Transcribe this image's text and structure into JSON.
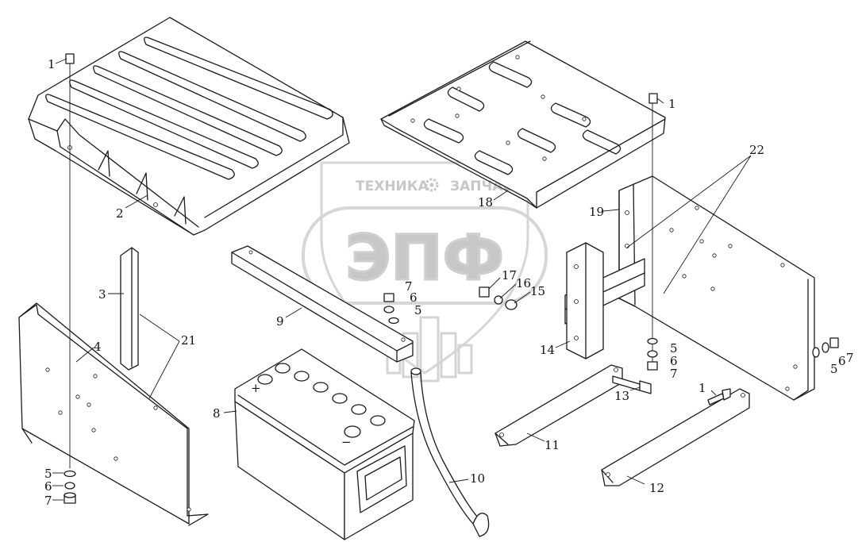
{
  "watermark": {
    "brand_left": "ТЕХНИКА",
    "brand_right": "ЗАПЧАСТИ",
    "logo_letters": "ЭПФ",
    "gear_icon": "gear-icon",
    "color": "#9a9a9a"
  },
  "battery_marks": {
    "plus": "+",
    "minus": "−"
  },
  "callouts": [
    {
      "id": "c1a",
      "text": "1"
    },
    {
      "id": "c1b",
      "text": "1"
    },
    {
      "id": "c1c",
      "text": "1"
    },
    {
      "id": "c2",
      "text": "2"
    },
    {
      "id": "c3",
      "text": "3"
    },
    {
      "id": "c4",
      "text": "4"
    },
    {
      "id": "c5a",
      "text": "5"
    },
    {
      "id": "c5b",
      "text": "5"
    },
    {
      "id": "c5c",
      "text": "5"
    },
    {
      "id": "c5d",
      "text": "5"
    },
    {
      "id": "c6a",
      "text": "6"
    },
    {
      "id": "c6b",
      "text": "6"
    },
    {
      "id": "c6c",
      "text": "6"
    },
    {
      "id": "c6d",
      "text": "6"
    },
    {
      "id": "c7a",
      "text": "7"
    },
    {
      "id": "c7b",
      "text": "7"
    },
    {
      "id": "c7c",
      "text": "7"
    },
    {
      "id": "c7d",
      "text": "7"
    },
    {
      "id": "c8",
      "text": "8"
    },
    {
      "id": "c9",
      "text": "9"
    },
    {
      "id": "c10",
      "text": "10"
    },
    {
      "id": "c11",
      "text": "11"
    },
    {
      "id": "c12",
      "text": "12"
    },
    {
      "id": "c13",
      "text": "13"
    },
    {
      "id": "c14",
      "text": "14"
    },
    {
      "id": "c15",
      "text": "15"
    },
    {
      "id": "c16",
      "text": "16"
    },
    {
      "id": "c17",
      "text": "17"
    },
    {
      "id": "c18",
      "text": "18"
    },
    {
      "id": "c19",
      "text": "19"
    },
    {
      "id": "c21",
      "text": "21"
    },
    {
      "id": "c22",
      "text": "22"
    }
  ]
}
